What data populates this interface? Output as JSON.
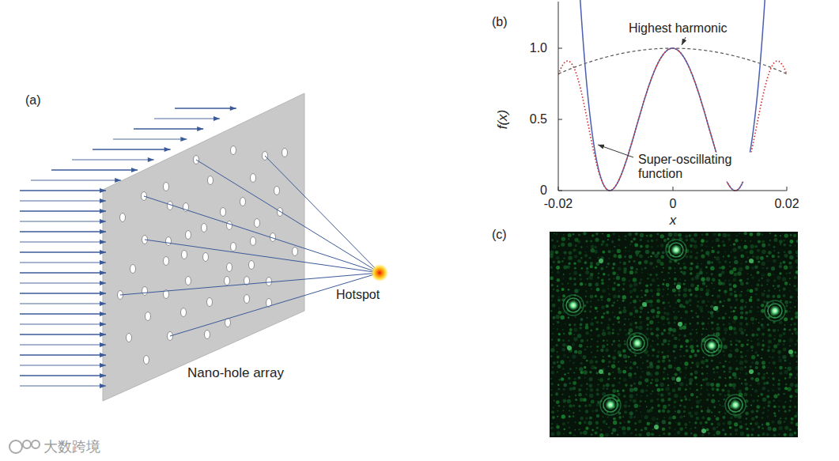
{
  "diagram": {
    "labels": [
      "(a)",
      "Hotspot",
      "Nano-hole array",
      "(b)",
      "Highest harmonic",
      "Super-oscillating function",
      "1.0",
      "0.5",
      "0",
      "-0.02",
      "0",
      "0.02",
      "f(x)",
      "x",
      "(c)",
      "大数跨境"
    ]
  }
}
